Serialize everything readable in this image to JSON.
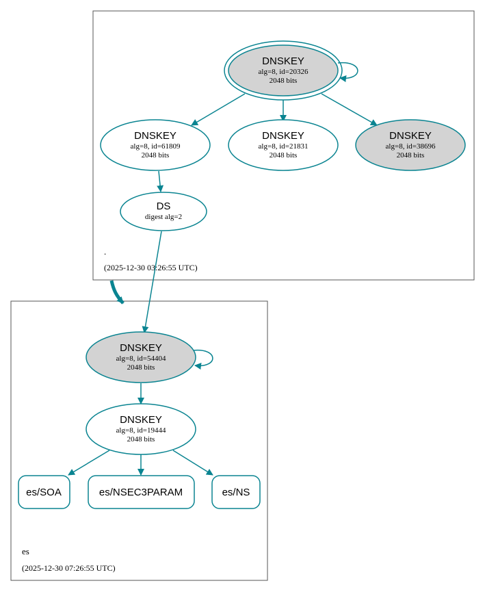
{
  "colors": {
    "edge": "#0a8491",
    "node_border": "#0a8491",
    "node_fill_gray": "#d3d3d3",
    "node_fill_white": "#ffffff",
    "zone_border": "#555555",
    "text": "#000000"
  },
  "zones": {
    "root": {
      "name": ".",
      "timestamp": "(2025-12-30 03:26:55 UTC)"
    },
    "es": {
      "name": "es",
      "timestamp": "(2025-12-30 07:26:55 UTC)"
    }
  },
  "nodes": {
    "root_ksk": {
      "title": "DNSKEY",
      "line1": "alg=8, id=20326",
      "line2": "2048 bits"
    },
    "root_k61809": {
      "title": "DNSKEY",
      "line1": "alg=8, id=61809",
      "line2": "2048 bits"
    },
    "root_k21831": {
      "title": "DNSKEY",
      "line1": "alg=8, id=21831",
      "line2": "2048 bits"
    },
    "root_k38696": {
      "title": "DNSKEY",
      "line1": "alg=8, id=38696",
      "line2": "2048 bits"
    },
    "es_ds": {
      "title": "DS",
      "line1": "digest alg=2"
    },
    "es_ksk": {
      "title": "DNSKEY",
      "line1": "alg=8, id=54404",
      "line2": "2048 bits"
    },
    "es_zsk": {
      "title": "DNSKEY",
      "line1": "alg=8, id=19444",
      "line2": "2048 bits"
    }
  },
  "records": {
    "soa": "es/SOA",
    "nsec3param": "es/NSEC3PARAM",
    "ns": "es/NS"
  }
}
